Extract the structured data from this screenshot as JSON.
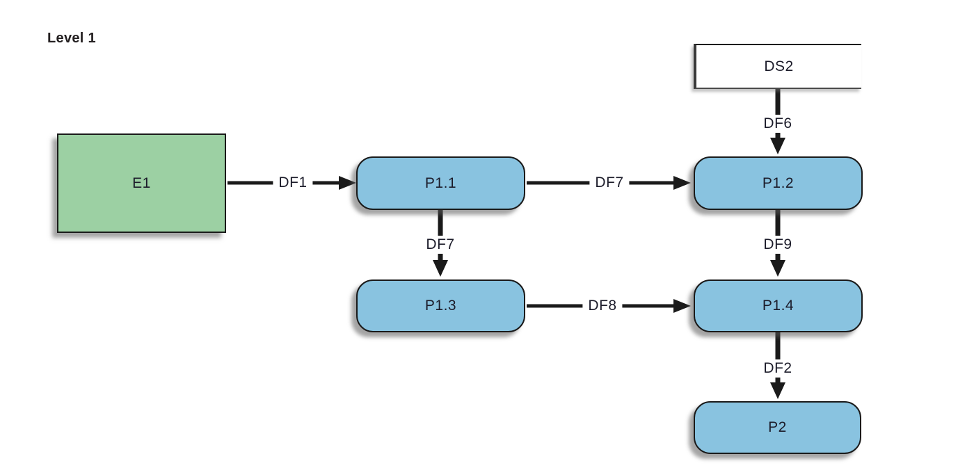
{
  "diagram": {
    "title": "Level 1",
    "nodes": [
      {
        "id": "DS2",
        "label": "DS2",
        "type": "data-store"
      },
      {
        "id": "E1",
        "label": "E1",
        "type": "external-entity"
      },
      {
        "id": "P1.1",
        "label": "P1.1",
        "type": "process"
      },
      {
        "id": "P1.2",
        "label": "P1.2",
        "type": "process"
      },
      {
        "id": "P1.3",
        "label": "P1.3",
        "type": "process"
      },
      {
        "id": "P1.4",
        "label": "P1.4",
        "type": "process"
      },
      {
        "id": "P2",
        "label": "P2",
        "type": "process"
      }
    ],
    "flows": [
      {
        "label": "DF1",
        "from": "E1",
        "to": "P1.1",
        "direction": "right"
      },
      {
        "label": "DF6",
        "from": "DS2",
        "to": "P1.2",
        "direction": "down"
      },
      {
        "label": "DF7",
        "from": "P1.1",
        "to": "P1.2",
        "direction": "right"
      },
      {
        "label": "DF7",
        "from": "P1.1",
        "to": "P1.3",
        "direction": "down"
      },
      {
        "label": "DF8",
        "from": "P1.3",
        "to": "P1.4",
        "direction": "right"
      },
      {
        "label": "DF9",
        "from": "P1.2",
        "to": "P1.4",
        "direction": "down"
      },
      {
        "label": "DF2",
        "from": "P1.4",
        "to": "P2",
        "direction": "down"
      }
    ],
    "colors": {
      "process_fill": "#89c3e0",
      "external_entity_fill": "#9cd0a3",
      "data_store_fill": "#ffffff",
      "line": "#1a1a1a"
    }
  }
}
